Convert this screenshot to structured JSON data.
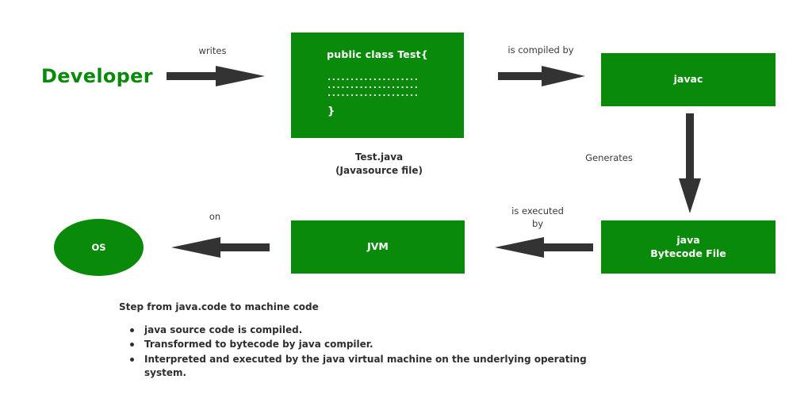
{
  "theme": {
    "background": "#ffffff",
    "node_green": "#0a8a0a",
    "arrow_gray": "#333333",
    "text_dark": "#2e2e2e"
  },
  "nodes": {
    "developer": {
      "label": "Developer"
    },
    "source_code": {
      "class_line": "public class Test{",
      "dot_lines": [
        "....................",
        "....................",
        "...................."
      ],
      "closing_brace": "}",
      "caption_line1": "Test.java",
      "caption_line2": "(Javasource file)"
    },
    "javac": {
      "label": "javac"
    },
    "bytecode": {
      "label_line1": "java",
      "label_line2": "Bytecode File"
    },
    "jvm": {
      "label": "JVM"
    },
    "os": {
      "label": "OS"
    }
  },
  "edges": {
    "writes": {
      "label": "writes",
      "direction": "right"
    },
    "is_compiled_by": {
      "label": "is compiled by",
      "direction": "right"
    },
    "generates": {
      "label": "Generates",
      "direction": "down"
    },
    "is_executed_by": {
      "label": "is executed\nby",
      "direction": "left"
    },
    "on": {
      "label": "on",
      "direction": "left"
    }
  },
  "notes": {
    "title": "Step from java.code to machine code",
    "items": [
      "java source code is compiled.",
      "Transformed to bytecode by java compiler.",
      "Interpreted and executed by the java virtual machine on the underlying operating system."
    ]
  }
}
